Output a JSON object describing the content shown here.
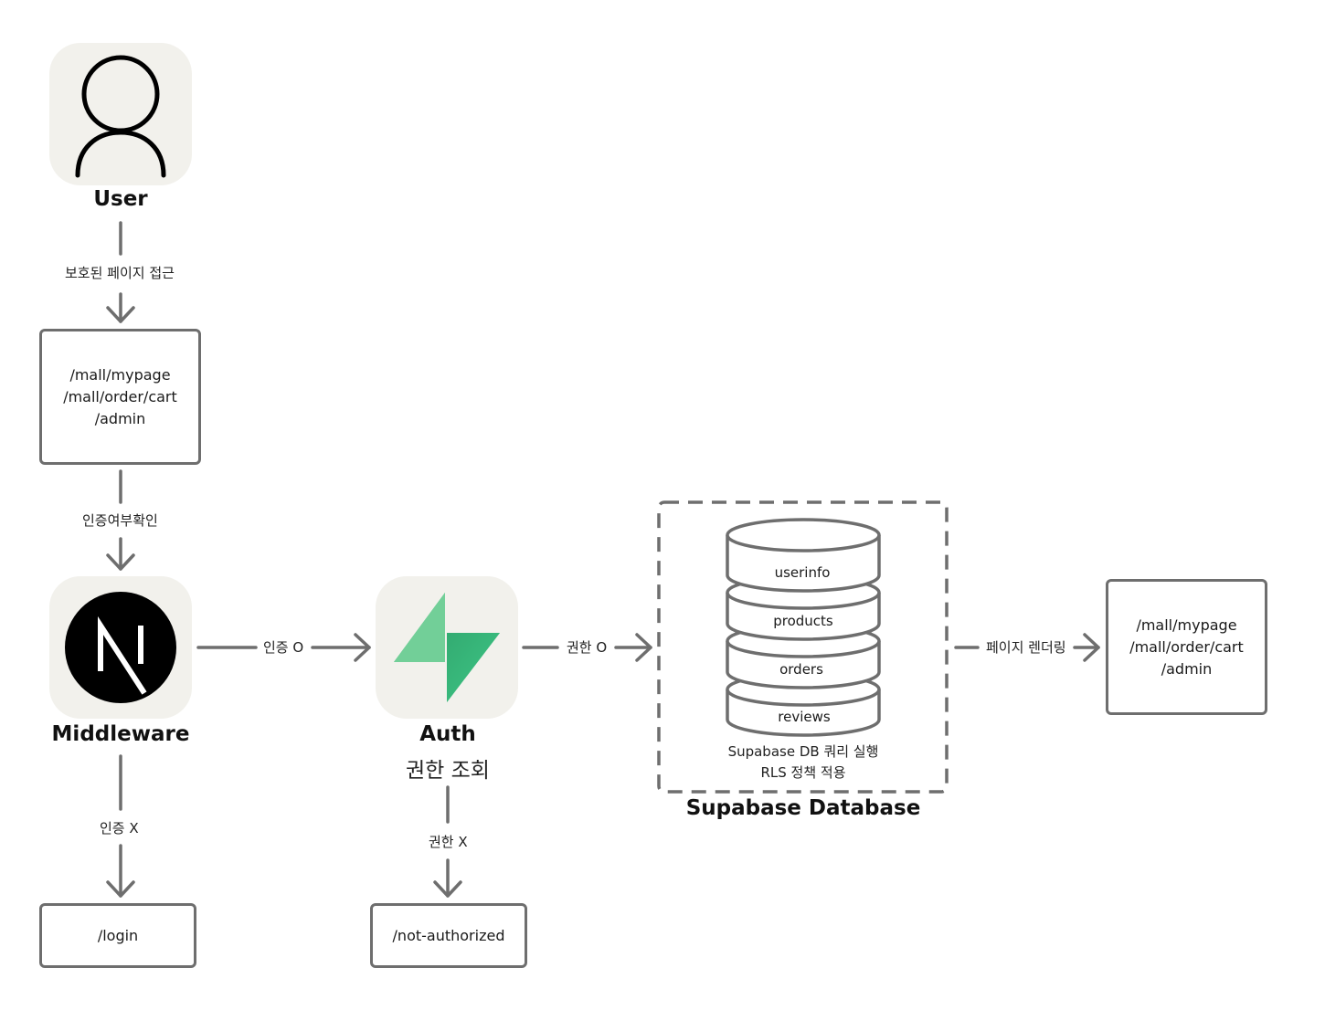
{
  "nodes": {
    "user": {
      "title": "User"
    },
    "protected_pages": {
      "lines": [
        "/mall/mypage",
        "/mall/order/cart",
        "/admin"
      ]
    },
    "middleware": {
      "title": "Middleware"
    },
    "auth": {
      "title": "Auth",
      "subtitle": "권한 조회"
    },
    "database": {
      "title": "Supabase Database",
      "tables": [
        "userinfo",
        "products",
        "orders",
        "reviews"
      ],
      "notes": [
        "Supabase DB 쿼리 실행",
        "RLS 정책 적용"
      ]
    },
    "rendered_pages": {
      "lines": [
        "/mall/mypage",
        "/mall/order/cart",
        "/admin"
      ]
    },
    "login": {
      "label": "/login"
    },
    "not_authorized": {
      "label": "/not-authorized"
    }
  },
  "edges": {
    "user_to_pages": "보호된 페이지 접근",
    "pages_to_middleware": "인증여부확인",
    "middleware_to_auth": "인증 O",
    "middleware_to_login": "인증 X",
    "auth_to_db": "권한 O",
    "auth_to_not_authorized": "권한 X",
    "db_to_pages": "페이지 렌더링"
  },
  "colors": {
    "line": "#6e6e6e",
    "tile": "#f2f1ec",
    "supabase_green": "#3ecf8e",
    "nextjs_black": "#000000"
  },
  "icons": [
    "user-icon",
    "nextjs-logo-icon",
    "supabase-logo-icon",
    "database-cylinder-icon"
  ]
}
